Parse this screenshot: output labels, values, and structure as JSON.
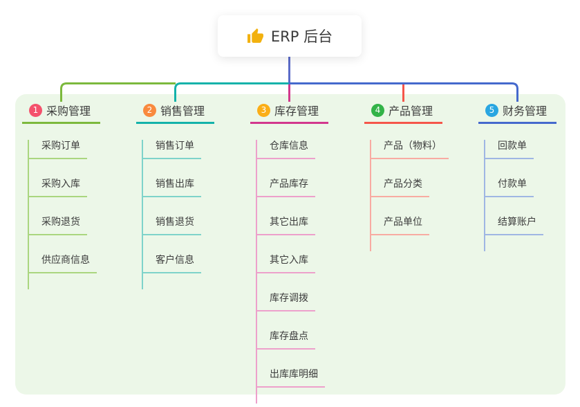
{
  "root": {
    "label": "ERP 后台",
    "icon": "thumbs-up",
    "icon_color": "#f2b10e"
  },
  "palette": {
    "green": "#7cb93d",
    "teal": "#14b2aa",
    "magenta": "#d2388d",
    "red": "#f5564a",
    "blue": "#4569cd",
    "indigo": "#5b6bc8"
  },
  "branches": [
    {
      "number": "1",
      "title": "采购管理",
      "badge_color": "#f4516c",
      "line_color": "#7cb93d",
      "sub_line_color": "#aad67f",
      "items": [
        "采购订单",
        "采购入库",
        "采购退货",
        "供应商信息"
      ]
    },
    {
      "number": "2",
      "title": "销售管理",
      "badge_color": "#f98a3e",
      "line_color": "#14b2aa",
      "sub_line_color": "#7ed3ca",
      "items": [
        "销售订单",
        "销售出库",
        "销售退货",
        "客户信息"
      ]
    },
    {
      "number": "3",
      "title": "库存管理",
      "badge_color": "#fbae17",
      "line_color": "#d2388d",
      "sub_line_color": "#eda0cb",
      "items": [
        "仓库信息",
        "产品库存",
        "其它出库",
        "其它入库",
        "库存调拨",
        "库存盘点",
        "出库库明细"
      ]
    },
    {
      "number": "4",
      "title": "产品管理",
      "badge_color": "#33b348",
      "line_color": "#f5564a",
      "sub_line_color": "#f8aba2",
      "items": [
        "产品（物料）",
        "产品分类",
        "产品单位"
      ]
    },
    {
      "number": "5",
      "title": "财务管理",
      "badge_color": "#29a6e1",
      "line_color": "#4569cd",
      "sub_line_color": "#9fb6e3",
      "items": [
        "回款单",
        "付款单",
        "结算账户"
      ]
    }
  ]
}
